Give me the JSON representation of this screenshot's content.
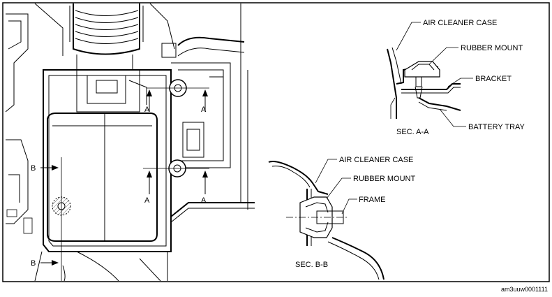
{
  "detail_a": {
    "labels": [
      "AIR CLEANER CASE",
      "RUBBER MOUNT",
      "BRACKET",
      "BATTERY TRAY"
    ],
    "section_caption": "SEC. A-A"
  },
  "detail_b": {
    "labels": [
      "AIR CLEANER CASE",
      "RUBBER MOUNT",
      "FRAME"
    ],
    "section_caption": "SEC. B-B"
  },
  "main_view": {
    "markers": [
      "A",
      "A",
      "A",
      "A",
      "B",
      "B"
    ]
  },
  "figure_code": "am3uuw0001111"
}
